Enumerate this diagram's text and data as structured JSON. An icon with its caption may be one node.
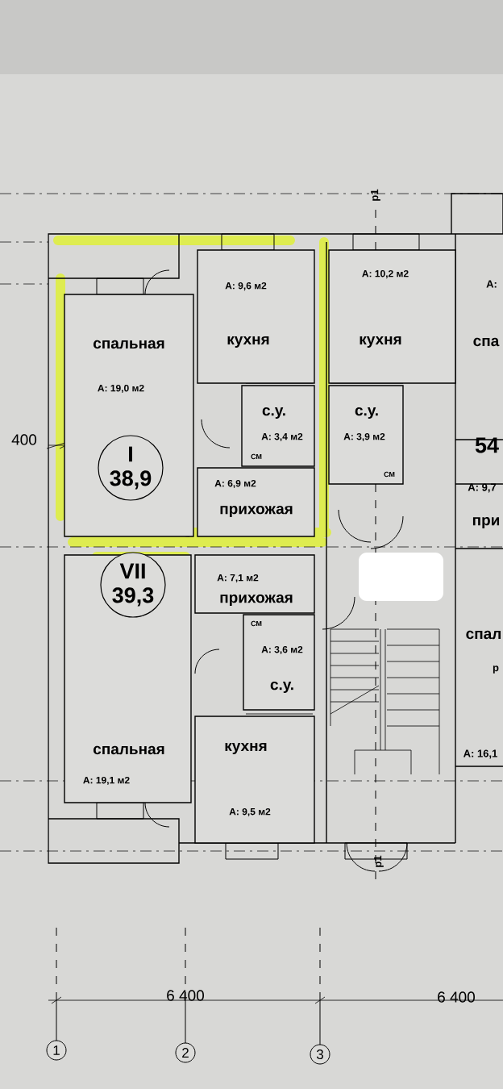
{
  "diagram": {
    "nodes": [
      {
        "text": [
          "спальная",
          "A: 19,0 м2"
        ]
      },
      {
        "text": [
          "A: 9,6 м2",
          "кухня"
        ]
      },
      {
        "text": [
          "с.у.",
          "A: 3,4 м2"
        ]
      },
      {
        "text": [
          "A: 6,9 м2",
          "прихожая"
        ]
      },
      {
        "text": [
          "I",
          "38,9"
        ],
        "in": 0
      },
      {
        "text": [
          "A: 10,2 м2",
          "кухня"
        ]
      },
      {
        "text": [
          "с.у.",
          "A: 3,9 м2"
        ]
      },
      {
        "text": [
          "VII",
          "39,3"
        ],
        "in": 8
      },
      {
        "text": [
          "спальная",
          "A: 19,1 м2"
        ]
      },
      {
        "text": [
          "A: 7,1 м2",
          "прихожая"
        ]
      },
      {
        "text": [
          "A: 3,6 м2",
          "с.у."
        ]
      },
      {
        "text": [
          "кухня",
          "A: 9,5 м2"
        ]
      },
      {
        "text": [
          "1"
        ]
      },
      {
        "text": [
          "2"
        ]
      },
      {
        "text": [
          "3"
        ]
      }
    ],
    "labels": [
      "р1",
      "A:",
      "спа",
      "СМ",
      "СМ",
      "54",
      "400",
      "A: 9,7",
      "при",
      "СМ",
      "спал",
      "р",
      "A: 16,1",
      "р1",
      "6 400",
      "6 400"
    ]
  }
}
